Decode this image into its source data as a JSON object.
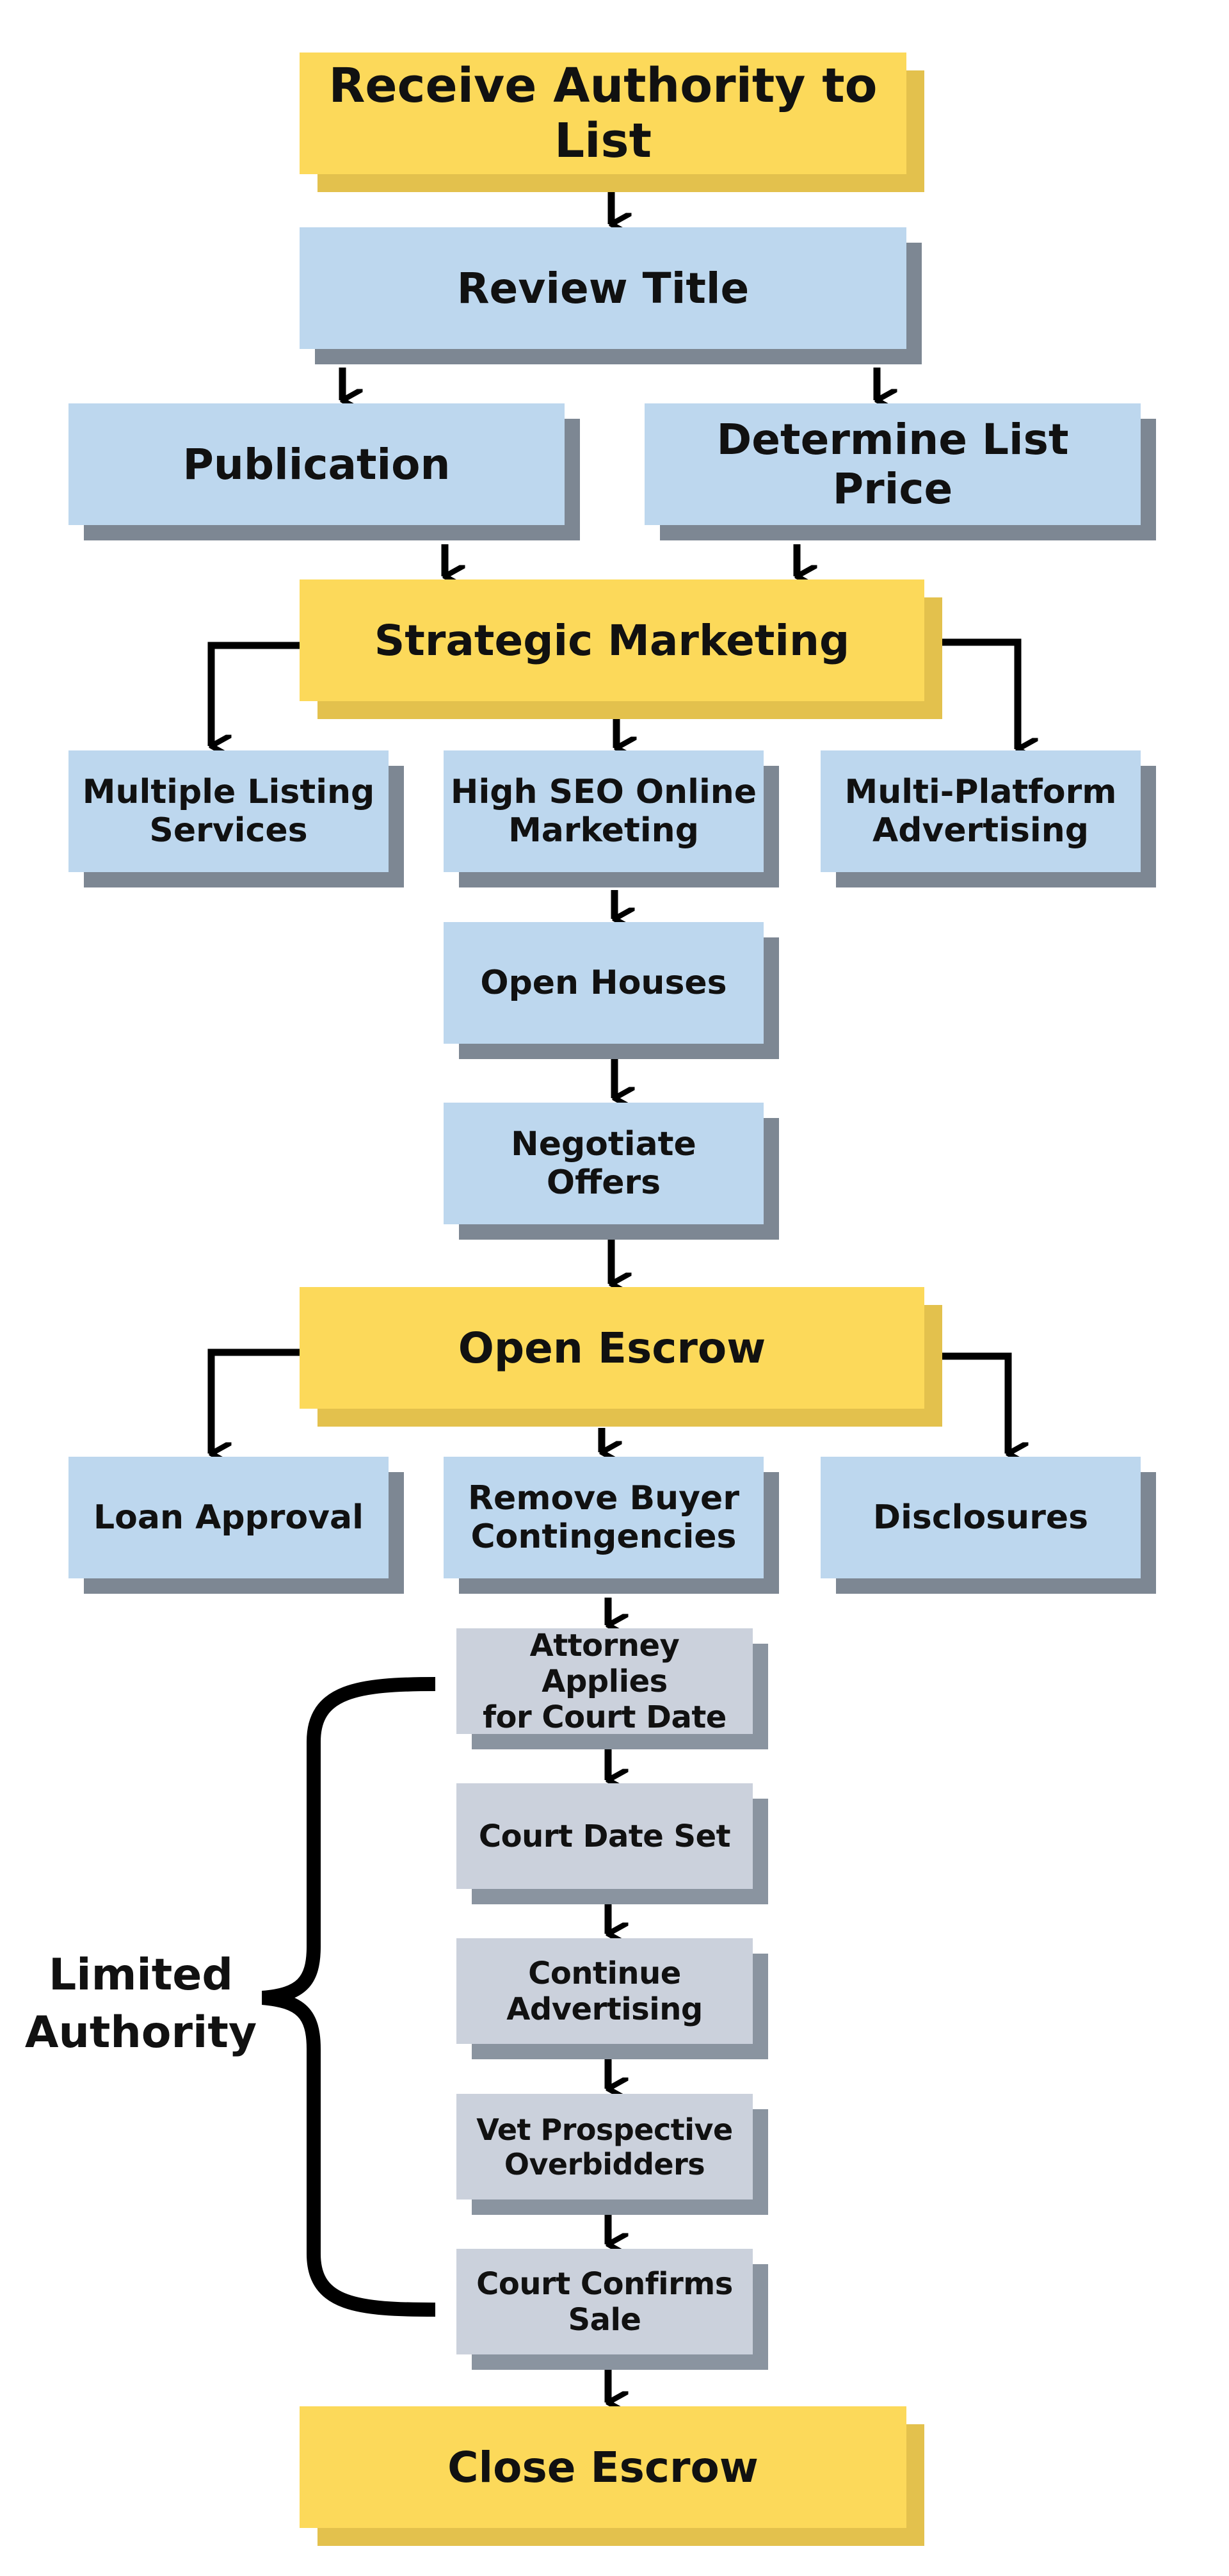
{
  "nodes": {
    "receive_authority": "Receive Authority to List",
    "review_title": "Review Title",
    "publication": "Publication",
    "determine_list_price": "Determine List Price",
    "strategic_marketing": "Strategic Marketing",
    "multiple_listing": "Multiple Listing\nServices",
    "high_seo": "High SEO Online\nMarketing",
    "multi_platform": "Multi-Platform\nAdvertising",
    "open_houses": "Open Houses",
    "negotiate_offers": "Negotiate Offers",
    "open_escrow": "Open Escrow",
    "loan_approval": "Loan Approval",
    "remove_contingencies": "Remove Buyer\nContingencies",
    "disclosures": "Disclosures",
    "attorney_applies": "Attorney Applies\nfor Court Date",
    "court_date_set": "Court Date Set",
    "continue_advertising": "Continue\nAdvertising",
    "vet_overbidders": "Vet Prospective\nOverbidders",
    "court_confirms": "Court Confirms\nSale",
    "close_escrow": "Close Escrow"
  },
  "bracket_label": "Limited\nAuthority",
  "colors": {
    "yellow": "#fcd95a",
    "blue": "#bdd7ee",
    "gray": "#cbd1dc",
    "arrow": "#000000"
  }
}
